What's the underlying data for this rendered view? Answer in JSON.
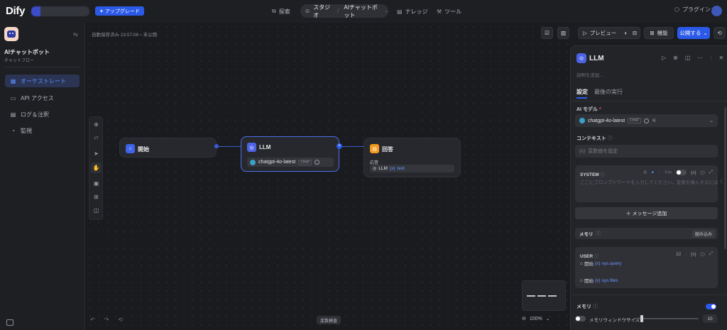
{
  "header": {
    "logo": "Dify",
    "upgrade_label": "アップグレード",
    "nav": [
      {
        "label": "探索",
        "icon": "explore-icon"
      },
      {
        "label": "ナレッジ",
        "icon": "book-icon"
      },
      {
        "label": "ツール",
        "icon": "tool-icon"
      }
    ],
    "studio_label": "スタジオ",
    "current_app": "AIチャットボット",
    "plugin_label": "プラグイン"
  },
  "sidebar": {
    "app_name": "AIチャットボット",
    "app_type": "チャットフロー",
    "items": [
      {
        "label": "オーケストレート",
        "icon": "orchestrate-icon",
        "active": true
      },
      {
        "label": "API アクセス",
        "icon": "api-icon",
        "active": false
      },
      {
        "label": "ログ＆注釈",
        "icon": "log-icon",
        "active": false
      },
      {
        "label": "監視",
        "icon": "monitor-icon",
        "active": false
      }
    ]
  },
  "canvas": {
    "autosave_text": "自動保存済み 23:57:08・未公開",
    "preview_label": "プレビュー",
    "features_label": "機能",
    "publish_label": "公開する",
    "var_check_label": "変数検査",
    "zoom_level": "100%",
    "nodes": {
      "start": {
        "title": "開始"
      },
      "llm": {
        "title": "LLM",
        "model": "chatgpt-4o-latest",
        "tag": "CHAT"
      },
      "answer": {
        "title": "回答",
        "label": "応答",
        "ref_node": "LLM",
        "ref_var": "text"
      }
    }
  },
  "panel": {
    "title": "LLM",
    "description_placeholder": "説明を追加...",
    "tabs": [
      "設定",
      "最後の実行"
    ],
    "model_label": "AI モデル",
    "model_name": "chatgpt-4o-latest",
    "model_tag": "CHAT",
    "context_label": "コンテキスト",
    "context_placeholder": "変数値を設定",
    "system_label": "SYSTEM",
    "system_count": "0",
    "jinja_label": "Jinja",
    "system_placeholder": "ここにプロンプトワードを入力してください。変数を挿入するには「...",
    "add_message_label": "＋ メッセージ追加",
    "memory_label": "メモリ",
    "builtin_label": "組み込み",
    "user_label": "USER",
    "user_count": "32",
    "user_vars": [
      {
        "node": "開始",
        "var": "sys.query"
      },
      {
        "node": "開始",
        "var": "sys.files"
      }
    ],
    "memory_toggle_label": "メモリ",
    "memory_window_label": "メモリウィンドウサイズ",
    "memory_window_value": "10"
  },
  "colors": {
    "accent": "#2b59e8",
    "background": "#1b1c20"
  }
}
